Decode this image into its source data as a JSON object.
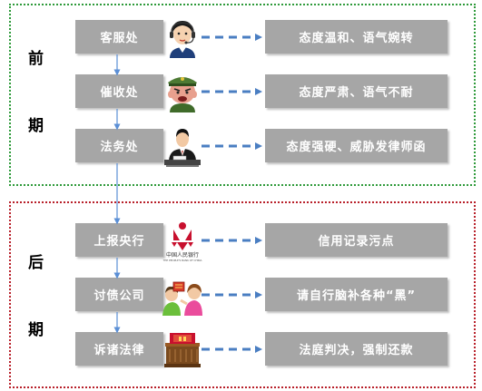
{
  "phases": {
    "early": {
      "chars": [
        "前",
        "期"
      ]
    },
    "late": {
      "chars": [
        "后",
        "期"
      ]
    }
  },
  "steps": [
    {
      "source": "客服处",
      "result": "态度温和、语气婉转",
      "icon": "customer-service-headset-icon"
    },
    {
      "source": "催收处",
      "result": "态度严肃、语气不耐",
      "icon": "angry-officer-icon"
    },
    {
      "source": "法务处",
      "result": "态度强硬、威胁发律师函",
      "icon": "lawyer-at-desk-icon"
    },
    {
      "source": "上报央行",
      "result": "信用记录污点",
      "icon": "central-bank-logo-icon",
      "logo_text": "中国人民银行",
      "logo_subtext": "THE PEOPLE'S BANK OF CHINA"
    },
    {
      "source": "讨债公司",
      "result": "请自行脑补各种“黑”",
      "icon": "debt-collectors-icon"
    },
    {
      "source": "诉诸法律",
      "result": "法庭判决，强制还款",
      "icon": "court-gavel-icon"
    }
  ],
  "colors": {
    "early_border": "#2e9a3a",
    "late_border": "#b8202a",
    "box_fill": "#a6a6a6",
    "arrow": "#4a7ec2"
  }
}
